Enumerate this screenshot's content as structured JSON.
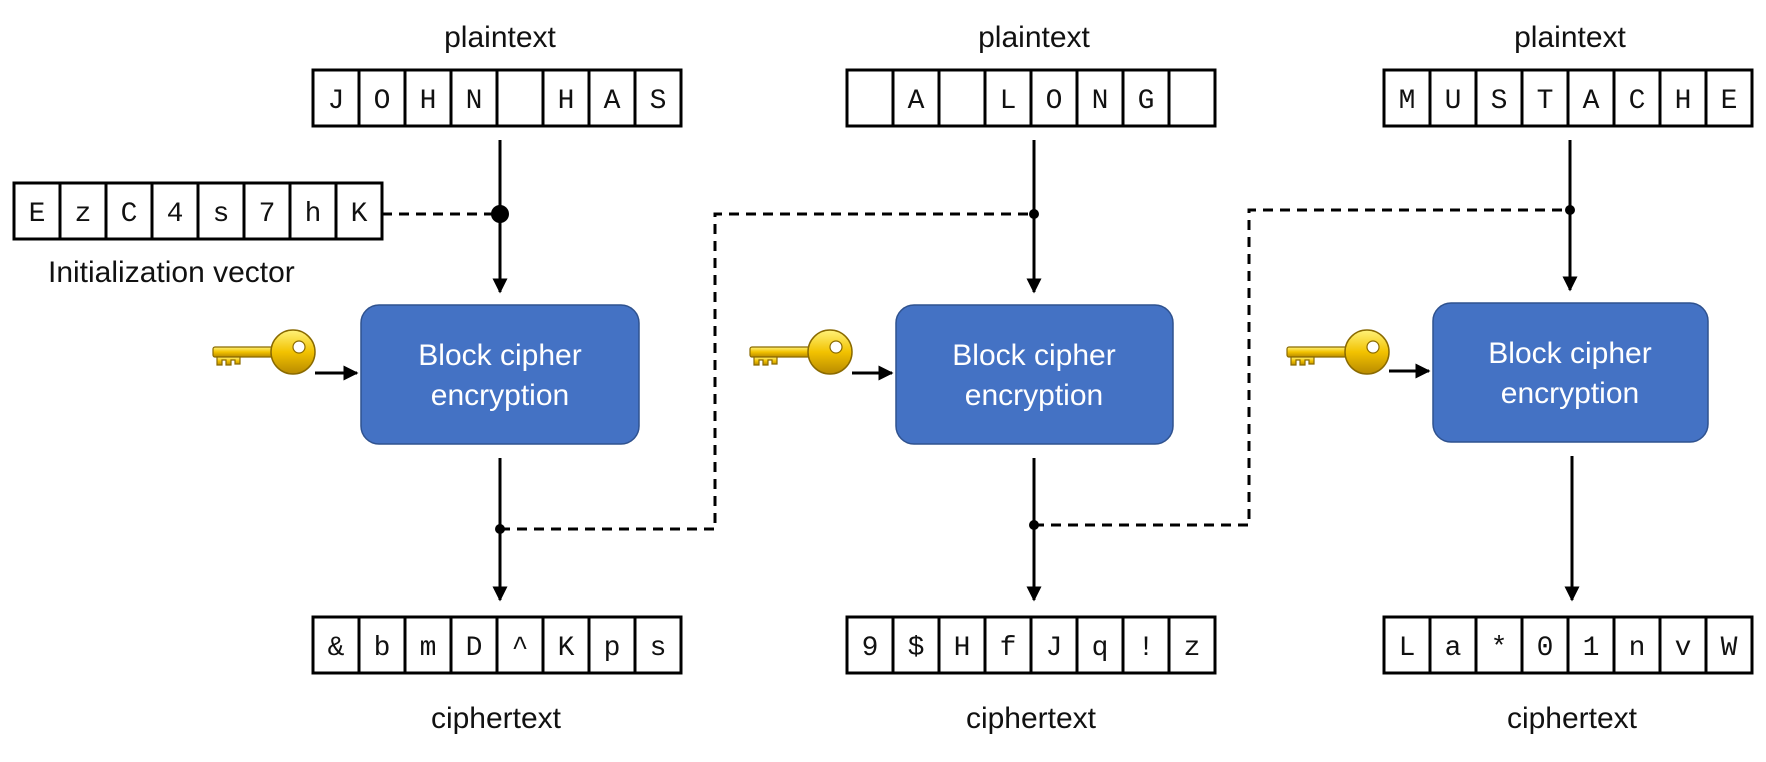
{
  "stages": [
    {
      "plaintext_label": "plaintext",
      "plaintext": [
        "J",
        "O",
        "H",
        "N",
        "",
        "H",
        "A",
        "S"
      ],
      "cipher_label_line1": "Block cipher",
      "cipher_label_line2": "encryption",
      "ciphertext": [
        "&",
        "b",
        "m",
        "D",
        "^",
        "K",
        "p",
        "s"
      ],
      "ciphertext_label": "ciphertext"
    },
    {
      "plaintext_label": "plaintext",
      "plaintext": [
        "",
        "A",
        "",
        "L",
        "O",
        "N",
        "G",
        ""
      ],
      "cipher_label_line1": "Block cipher",
      "cipher_label_line2": "encryption",
      "ciphertext": [
        "9",
        "$",
        "H",
        "f",
        "J",
        "q",
        "!",
        "z"
      ],
      "ciphertext_label": "ciphertext"
    },
    {
      "plaintext_label": "plaintext",
      "plaintext": [
        "M",
        "U",
        "S",
        "T",
        "A",
        "C",
        "H",
        "E"
      ],
      "cipher_label_line1": "Block cipher",
      "cipher_label_line2": "encryption",
      "ciphertext": [
        "L",
        "a",
        "*",
        "0",
        "1",
        "n",
        "v",
        "W"
      ],
      "ciphertext_label": "ciphertext"
    }
  ],
  "iv": {
    "label": "Initialization vector",
    "values": [
      "E",
      "z",
      "C",
      "4",
      "s",
      "7",
      "h",
      "K"
    ]
  },
  "key_icon": "key-icon",
  "colors": {
    "cipher_fill": "#4472c4",
    "key_gold": "#f2c200"
  }
}
